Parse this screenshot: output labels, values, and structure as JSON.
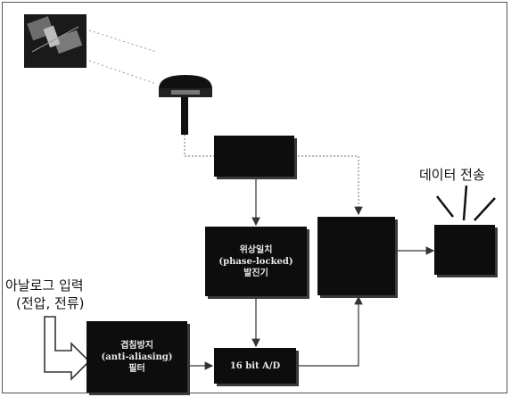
{
  "labels": {
    "data_transmission": "데이터 전송",
    "analog_input_line1": "아날로그 입력",
    "analog_input_line2": "(전압, 전류)"
  },
  "blocks": {
    "gps_receiver": "",
    "pll_line1": "위상일치",
    "pll_line2": "(phase-locked)",
    "pll_line3": "발진기",
    "processor": "",
    "transmitter": "",
    "aa_filter_line1": "겹침방지",
    "aa_filter_line2": "(anti-aliasing)",
    "aa_filter_line3": "필터",
    "adc": "16 bit A/D"
  },
  "colors": {
    "block_fill": "#0d0d0d",
    "line": "#333333",
    "dotted": "#9a9a9a"
  }
}
